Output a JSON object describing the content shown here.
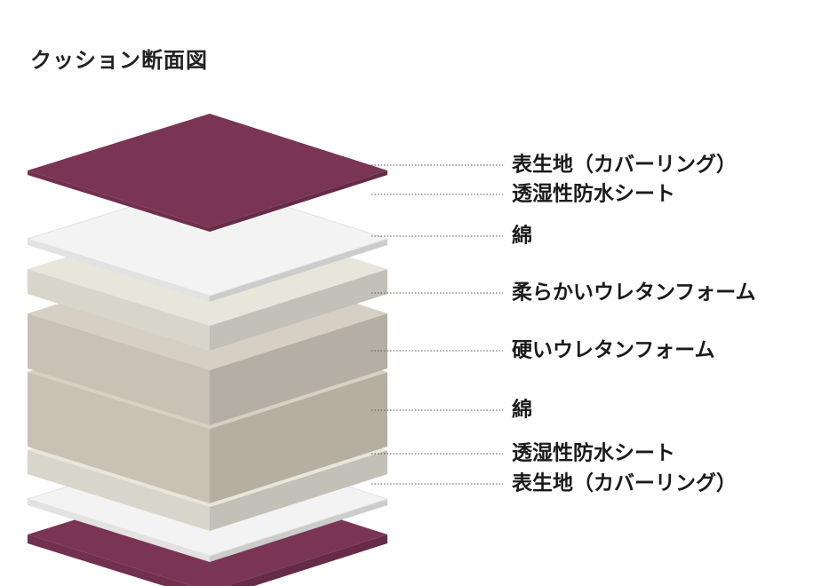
{
  "title": "クッション断面図",
  "colors": {
    "cover": "#7a3454",
    "sheet": "#f3f3f3",
    "cotton": "#e8e6da",
    "soft_foam": "#d6d0c4",
    "hard_foam": "#d8d0c1",
    "leader": "#555555"
  },
  "layers": [
    {
      "id": "bottom-cover",
      "label": "表生地（カバーリング）",
      "material": "cover"
    },
    {
      "id": "bottom-sheet",
      "label": "透湿性防水シート",
      "material": "sheet"
    },
    {
      "id": "bottom-cotton",
      "label": "綿",
      "material": "cotton"
    },
    {
      "id": "hard-foam",
      "label": "硬いウレタンフォーム",
      "material": "hard_foam"
    },
    {
      "id": "soft-foam",
      "label": "柔らかいウレタンフォーム",
      "material": "soft_foam"
    },
    {
      "id": "top-cotton",
      "label": "綿",
      "material": "cotton"
    },
    {
      "id": "top-sheet",
      "label": "透湿性防水シート",
      "material": "sheet"
    },
    {
      "id": "top-cover",
      "label": "表生地（カバーリング）",
      "material": "cover"
    }
  ]
}
